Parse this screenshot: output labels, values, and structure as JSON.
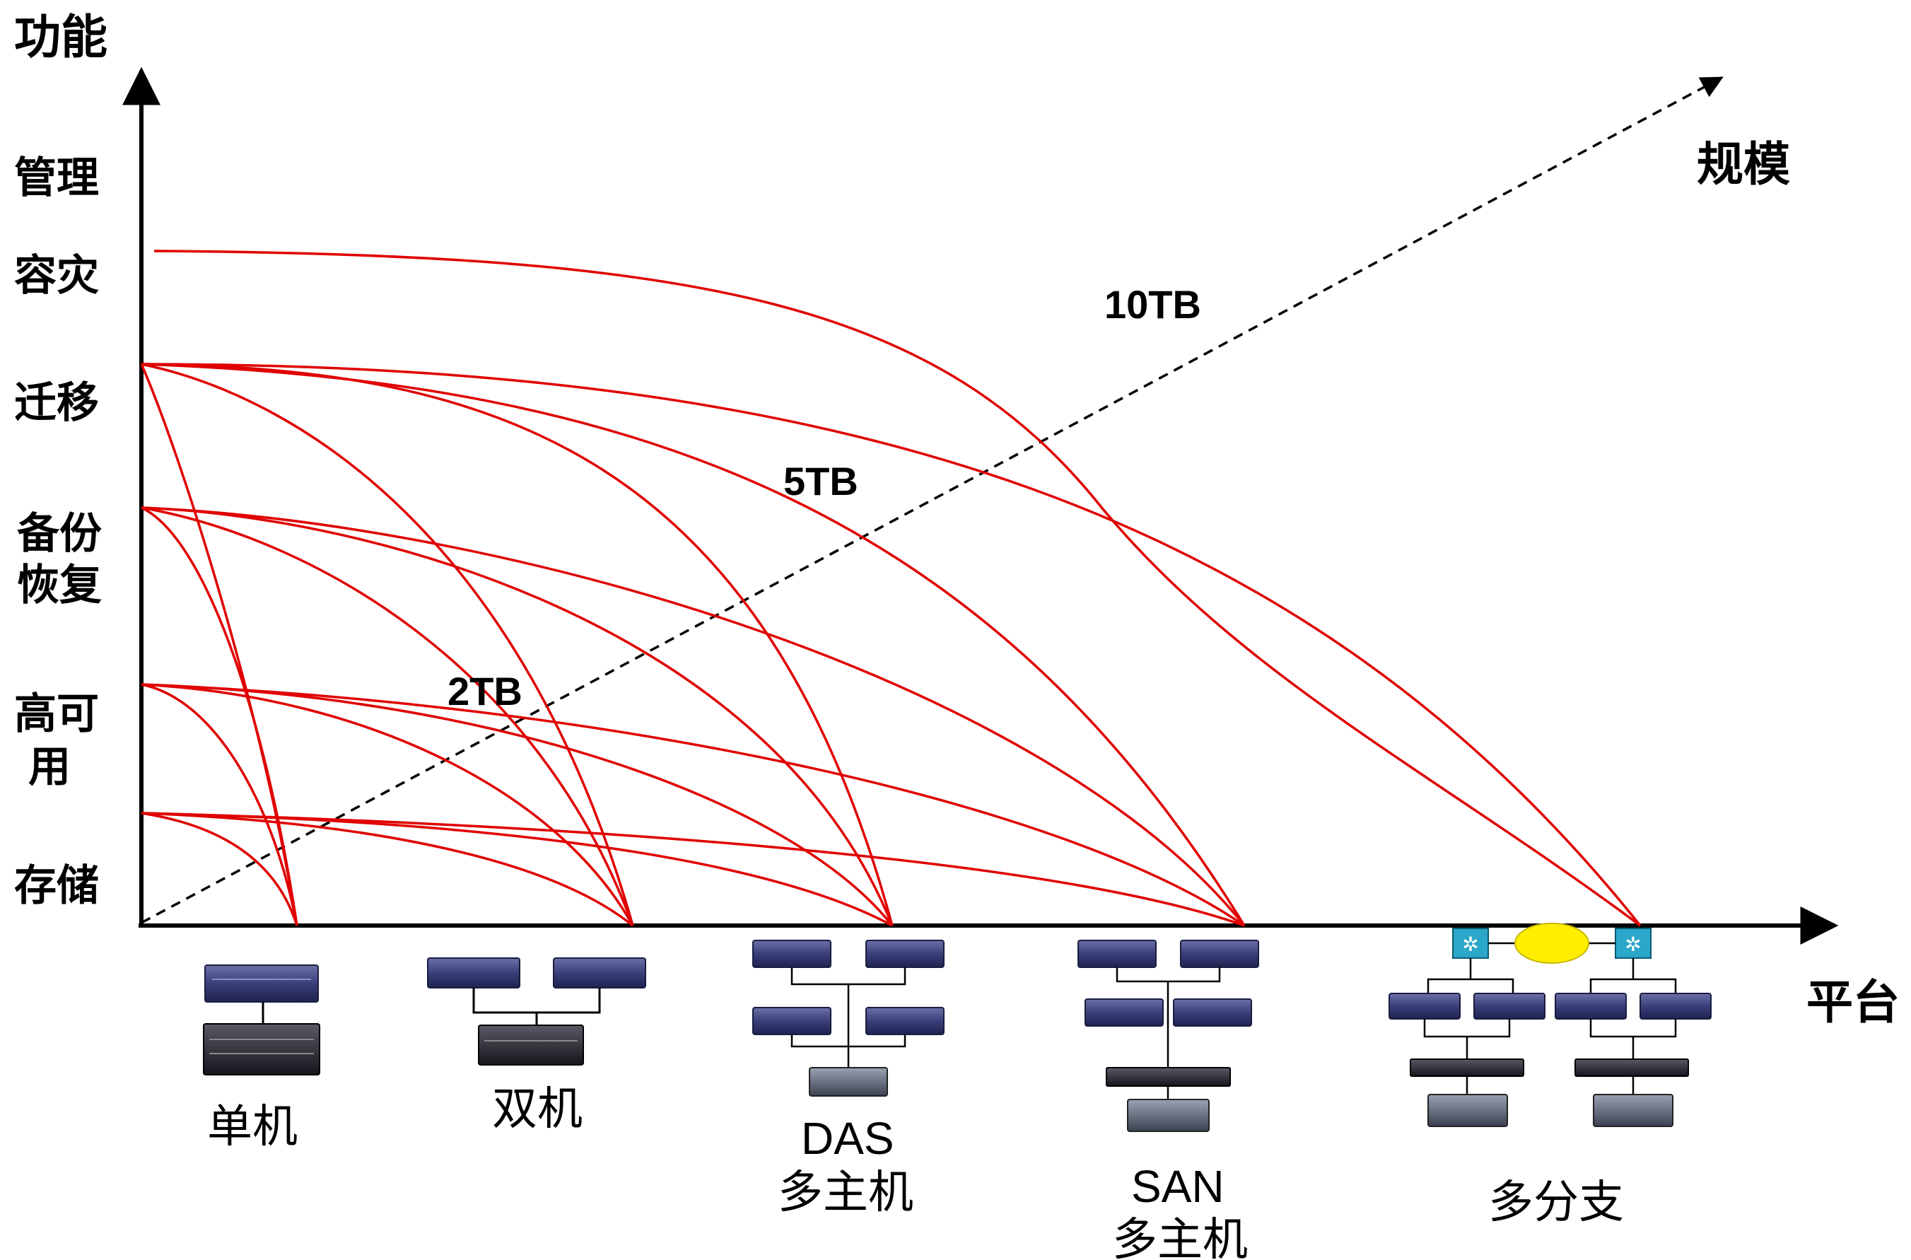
{
  "y_axis": {
    "title": "功能"
  },
  "x_axis": {
    "title": "平台"
  },
  "diagonal": {
    "label": "规模"
  },
  "function_levels": [
    {
      "key": "management",
      "lines": [
        "管理"
      ]
    },
    {
      "key": "disaster",
      "lines": [
        "容灾"
      ]
    },
    {
      "key": "migration",
      "lines": [
        "迁移"
      ]
    },
    {
      "key": "backup",
      "lines": [
        "备份",
        "恢复"
      ]
    },
    {
      "key": "ha",
      "lines": [
        "高可",
        "用"
      ]
    },
    {
      "key": "storage",
      "lines": [
        "存储"
      ]
    }
  ],
  "scale_markers": [
    {
      "label": "2TB"
    },
    {
      "label": "5TB"
    },
    {
      "label": "10TB"
    }
  ],
  "platforms": [
    {
      "key": "single",
      "lines": [
        "单机"
      ]
    },
    {
      "key": "dual",
      "lines": [
        "双机"
      ]
    },
    {
      "key": "das",
      "lines": [
        "DAS",
        "多主机"
      ]
    },
    {
      "key": "san",
      "lines": [
        "SAN",
        "多主机"
      ]
    },
    {
      "key": "branch",
      "lines": [
        "多分支"
      ]
    }
  ],
  "colors": {
    "curve": "#e00000",
    "axis": "#000000",
    "server": "#3a3f7a",
    "switch": "#2aa7c9",
    "cloud": "#ffee00"
  }
}
